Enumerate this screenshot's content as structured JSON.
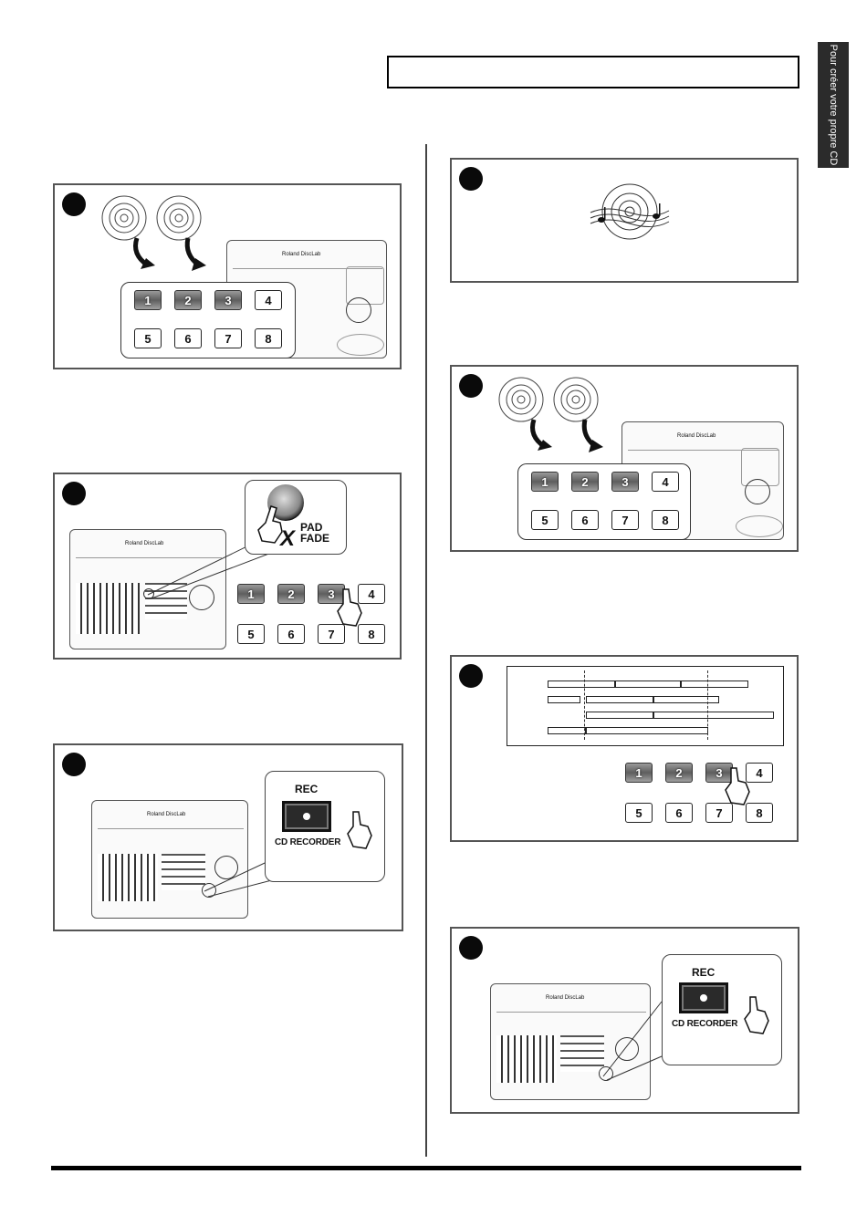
{
  "header": {
    "title_box_text": "",
    "side_tab": "Pour créer votre propre CD"
  },
  "pads": {
    "labels": [
      "1",
      "2",
      "3",
      "4",
      "5",
      "6",
      "7",
      "8"
    ]
  },
  "xfade": {
    "pad_label": "PAD",
    "x_label": "X",
    "fade_label": "FADE"
  },
  "rec_button": {
    "rec_label": "REC",
    "cd_recorder_label": "CD RECORDER"
  },
  "device": {
    "logo": "Roland DiscLab"
  },
  "icons": [
    "cd-icon",
    "curved-arrow-icon",
    "pointing-hand-icon",
    "music-note-icon"
  ]
}
